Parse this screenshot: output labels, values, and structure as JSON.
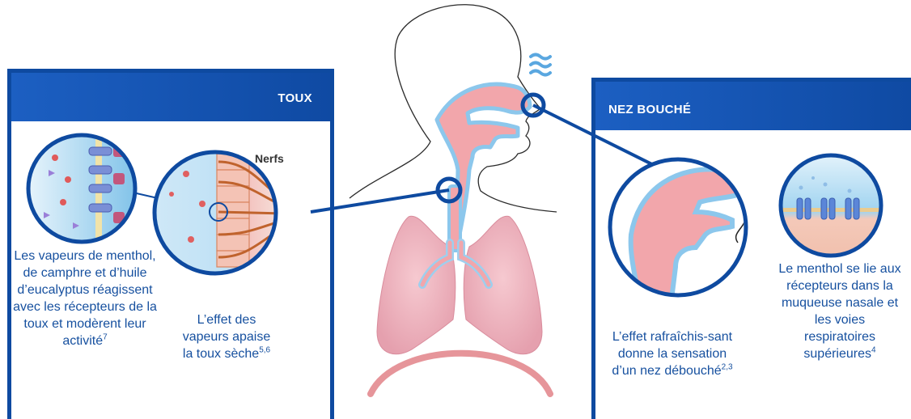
{
  "cough_panel": {
    "title": "TOUX",
    "nerves_label": "Nerfs",
    "caption_vapors": "Les vapeurs de menthol, de camphre et d’huile d’eucalyptus réagissent avec les récepteurs de la toux et modèrent leur activité",
    "caption_vapors_ref": "7",
    "caption_effect": "L’effet des vapeurs apaise la toux sèche",
    "caption_effect_ref": "5,6"
  },
  "nose_panel": {
    "title": "NEZ BOUCHÉ",
    "caption_cooling": "L’effet rafraîchis-sant donne la sensation d’un nez débouché",
    "caption_cooling_ref": "2,3",
    "caption_menthol": "Le menthol se lie aux récepteurs dans la muqueuse nasale et les voies respiratoires supérieures",
    "caption_menthol_ref": "4"
  },
  "colors": {
    "panel_blue": "#0e4aa0",
    "text_blue": "#16509f",
    "airway_pink": "#f0a0a6",
    "lung_pink": "#e9a9b4"
  }
}
